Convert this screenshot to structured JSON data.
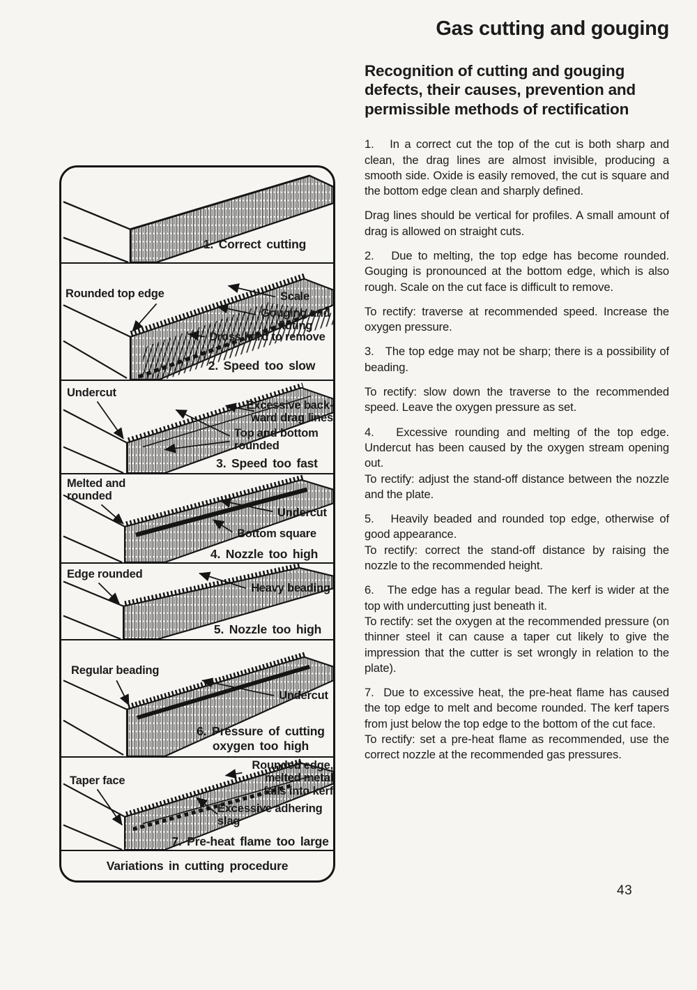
{
  "page": {
    "title": "Gas cutting and gouging",
    "heading": "Recognition of cutting and gouging defects, their causes, prevention and permissible methods of rectification",
    "page_number": "43"
  },
  "content": {
    "paragraphs": [
      {
        "text": "1.   In a correct cut the top of the cut is both sharp and clean, the drag lines are almost invisible, producing a smooth side. Oxide is easily removed, the cut is square and the bottom edge clean and sharply defined."
      },
      {
        "text": "Drag lines should be vertical for profiles. A small amount of drag is allowed on straight cuts."
      },
      {
        "text": "2.   Due to melting, the top edge has become rounded. Gouging is pronounced at the bottom edge, which is also rough. Scale on the cut face is difficult to remove."
      },
      {
        "text": "To rectify: traverse at recommended speed. Increase the oxygen pressure."
      },
      {
        "text": "3.   The top edge may not be sharp; there is a possibility of beading."
      },
      {
        "text": "To rectify: slow down the traverse to the recommended speed. Leave the oxygen pressure as set."
      },
      {
        "text": "4.   Excessive rounding and melting of the top edge. Undercut has been caused by the oxygen stream opening out."
      },
      {
        "text": "To rectify: adjust the stand-off distance between the nozzle and the plate."
      },
      {
        "text": "5.   Heavily beaded and rounded top edge, otherwise of good appearance."
      },
      {
        "text": "To rectify: correct the stand-off distance by raising the nozzle to the recommended height."
      },
      {
        "text": "6.   The edge has a regular bead. The kerf is wider at the top with undercutting just beneath it."
      },
      {
        "text": "To rectify: set the oxygen at the recommended pressure (on thinner steel it can cause a taper cut likely to give the impression that the cutter is set wrongly in relation to the plate)."
      },
      {
        "text": "7.  Due to excessive heat, the pre-heat flame has caused the top edge to melt and become rounded. The kerf tapers from just below the top edge to the bottom of the cut face."
      },
      {
        "text": "To rectify: set a pre-heat flame as recommended, use the correct nozzle at the recommended gas pressures."
      }
    ]
  },
  "figure": {
    "footer_caption": "Variations in cutting procedure",
    "panels": [
      {
        "caption": "1. Correct cutting",
        "labels": {}
      },
      {
        "caption": "2. Speed too slow",
        "labels": {
          "l1": "Rounded top edge",
          "l2": "Scale",
          "l3": "Gouging and\nfluting",
          "l4": "Dross hard to remove"
        }
      },
      {
        "caption": "3. Speed too fast",
        "labels": {
          "l1": "Undercut",
          "l2": "Excessive back-\nward drag lines",
          "l3": "Top and bottom\nrounded"
        }
      },
      {
        "caption": "4. Nozzle too high",
        "labels": {
          "l1": "Melted and\nrounded",
          "l2": "Undercut",
          "l3": "Bottom square"
        }
      },
      {
        "caption": "5. Nozzle too high",
        "labels": {
          "l1": "Edge rounded",
          "l2": "Heavy beading"
        }
      },
      {
        "caption": "6. Pressure of cutting\noxygen too high",
        "labels": {
          "l1": "Regular beading",
          "l2": "Undercut"
        }
      },
      {
        "caption": "7. Pre-heat flame too large",
        "labels": {
          "l1": "Taper face",
          "l2": "Rounded edge,\nmelted metal\nfalls into kerf",
          "l3": "Excessive adhering\nslag"
        }
      }
    ],
    "ink_color": "#151515"
  }
}
